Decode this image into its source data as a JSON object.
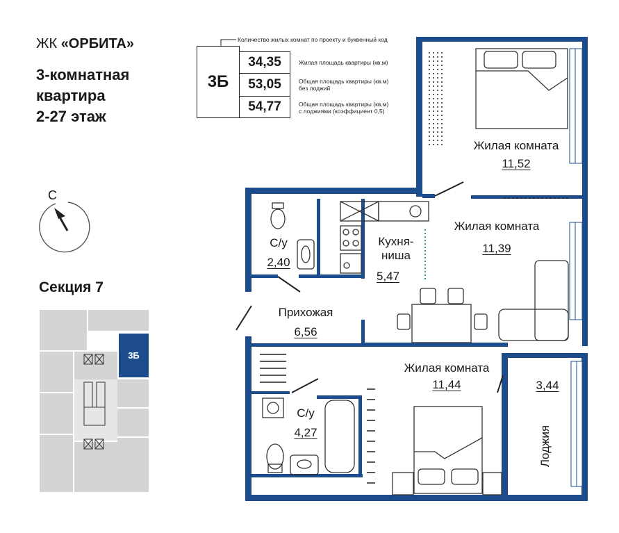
{
  "header": {
    "complex_prefix": "ЖК ",
    "complex_name": "«ОРБИТА»",
    "title_line1": "3-комнатная",
    "title_line2": "квартира",
    "title_line3": "2-27 этаж"
  },
  "legend": {
    "heading": "Количество жилых комнат по проекту и буквенный код",
    "code": "3Б",
    "living_area": "34,35",
    "total_area": "53,05",
    "total_area_loggia": "54,77",
    "living_area_desc": "Жилая площадь квартиры (кв.м)",
    "total_area_desc_1": "Общая площадь квартиры (кв.м)",
    "total_area_desc_2": "без лоджий",
    "total_loggia_desc_1": "Общая площадь квартиры (кв.м)",
    "total_loggia_desc_2": "с лоджиями (коэффициент 0,5)"
  },
  "compass": {
    "label": "С"
  },
  "section": {
    "title": "Секция 7",
    "apartment_code": "3Б"
  },
  "rooms": [
    {
      "name": "Жилая комната",
      "area": "11,52"
    },
    {
      "name": "Жилая комната",
      "area": "11,39"
    },
    {
      "name": "С/у",
      "area": "2,40"
    },
    {
      "name": "Кухня-",
      "name2": "ниша",
      "area": "5,47"
    },
    {
      "name": "Прихожая",
      "area": "6,56"
    },
    {
      "name": "Жилая комната",
      "area": "11,44"
    },
    {
      "name": "С/у",
      "area": "4,27"
    },
    {
      "name": "Лоджия",
      "area": "3,44"
    }
  ],
  "colors": {
    "wall": "#1d4c8c",
    "furniture": "#333333",
    "section_tile": "#d4d4d4"
  }
}
